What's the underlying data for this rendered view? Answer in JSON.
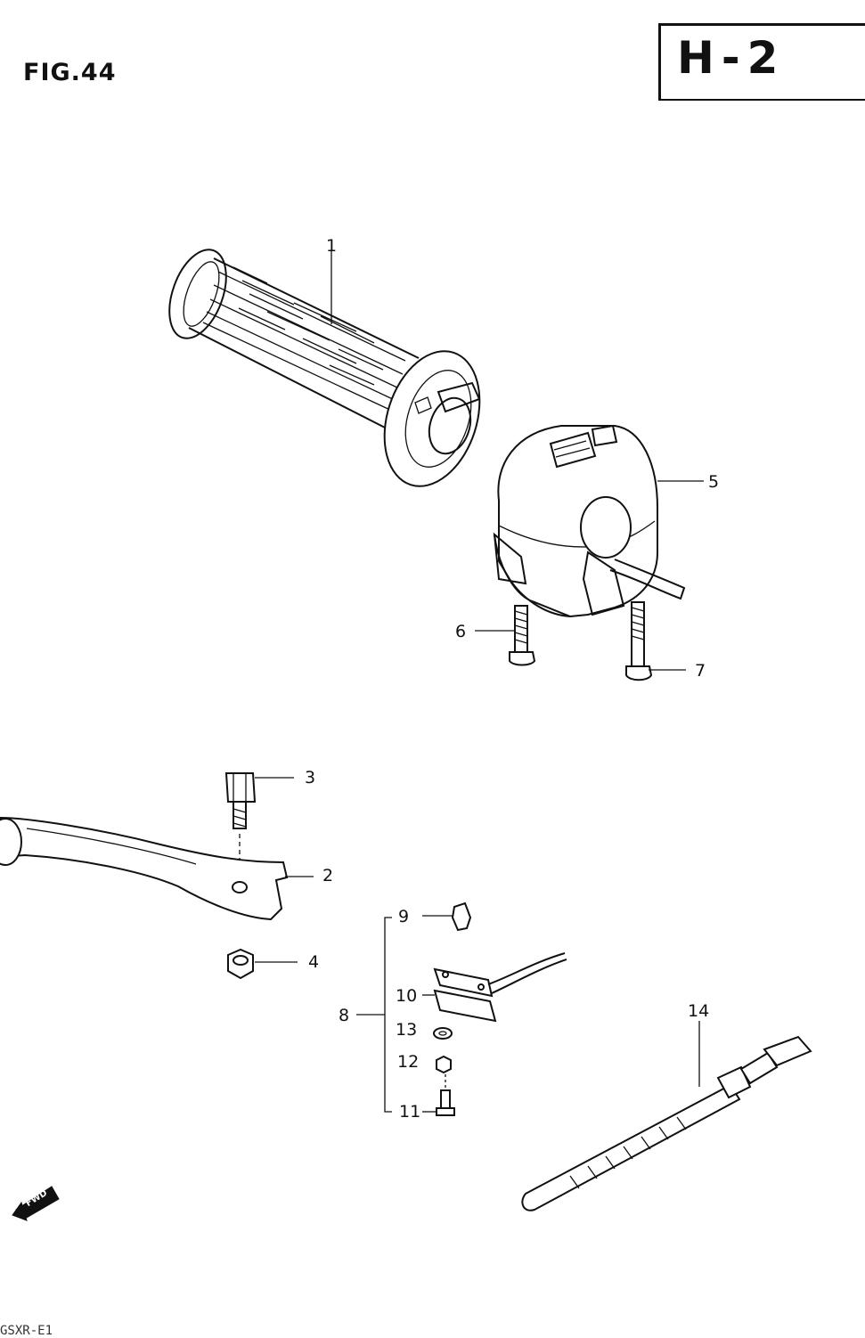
{
  "figure": {
    "title": "FIG.44",
    "section_code": "H-2",
    "footer_code": "GSXR-E1"
  },
  "callouts": {
    "c1": "1",
    "c2": "2",
    "c3": "3",
    "c4": "4",
    "c5": "5",
    "c6": "6",
    "c7": "7",
    "c8": "8",
    "c9": "9",
    "c10": "10",
    "c11": "11",
    "c12": "12",
    "c13": "13",
    "c14": "14"
  },
  "direction_marker": {
    "label": "FWD",
    "icon": "forward-arrow-icon"
  }
}
